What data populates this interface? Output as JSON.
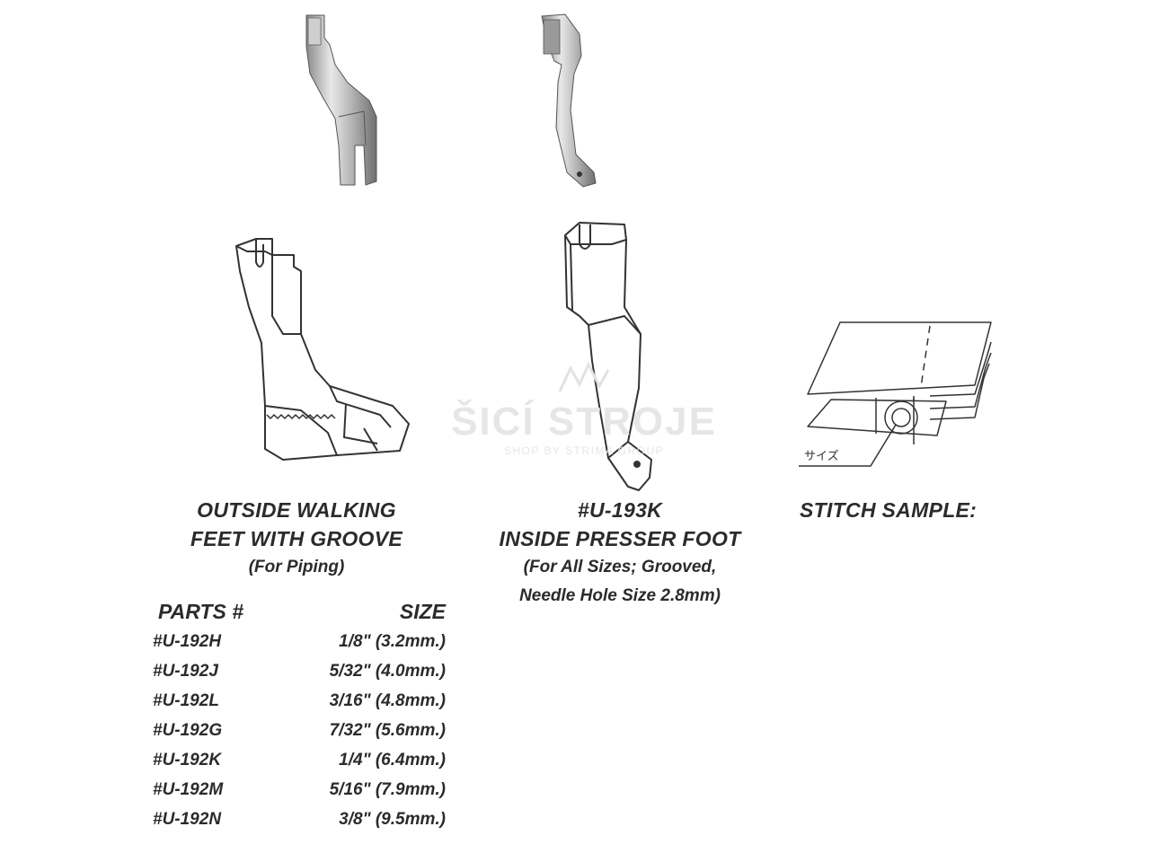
{
  "watermark": {
    "brand": "ŠICÍ STROJE",
    "tagline": "SHOP BY STRIMA GROUP"
  },
  "outside_foot": {
    "title_line1": "OUTSIDE WALKING",
    "title_line2": "FEET WITH GROOVE",
    "subtitle": "(For Piping)"
  },
  "inside_foot": {
    "part_number": "#U-193K",
    "title": "INSIDE PRESSER FOOT",
    "note_line1": "(For All Sizes; Grooved,",
    "note_line2": "Needle Hole Size 2.8mm)"
  },
  "stitch_sample": {
    "title": "STITCH SAMPLE:",
    "size_label": "サイズ"
  },
  "parts_table": {
    "header_part": "PARTS #",
    "header_size": "SIZE",
    "rows": [
      {
        "part": "#U-192H",
        "size": "1/8\" (3.2mm.)"
      },
      {
        "part": "#U-192J",
        "size": "5/32\" (4.0mm.)"
      },
      {
        "part": "#U-192L",
        "size": "3/16\" (4.8mm.)"
      },
      {
        "part": "#U-192G",
        "size": "7/32\" (5.6mm.)"
      },
      {
        "part": "#U-192K",
        "size": "1/4\" (6.4mm.)"
      },
      {
        "part": "#U-192M",
        "size": "5/16\" (7.9mm.)"
      },
      {
        "part": "#U-192N",
        "size": "3/8\" (9.5mm.)"
      }
    ]
  }
}
